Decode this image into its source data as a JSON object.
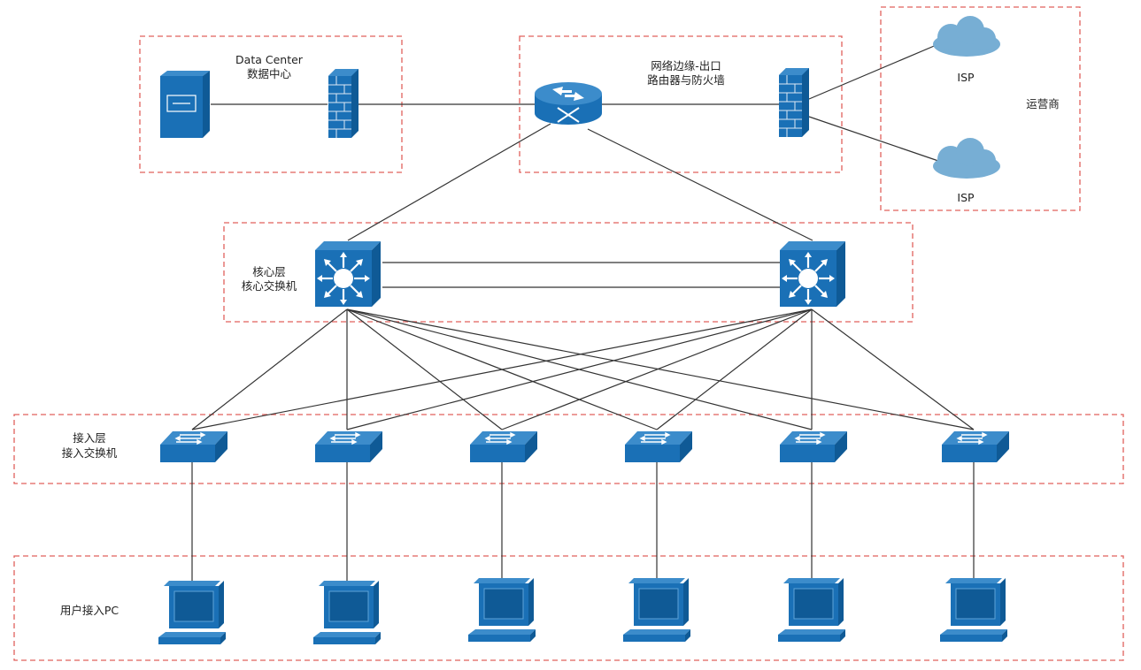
{
  "zones": {
    "datacenter": {
      "title": "Data Center",
      "subtitle": "数据中心"
    },
    "edge": {
      "title": "网络边缘-出口",
      "subtitle": "路由器与防火墙"
    },
    "isp_group": {
      "label": "运营商"
    },
    "core": {
      "title": "核心层",
      "subtitle": "核心交换机"
    },
    "access": {
      "title": "接入层",
      "subtitle": "接入交换机"
    },
    "users": {
      "title": "用户接入PC"
    }
  },
  "isp_labels": [
    "ISP",
    "ISP"
  ],
  "colors": {
    "zone_border": "#e0605c",
    "device_blue": "#1a70b6",
    "cloud_blue": "#77aed4",
    "link": "#333333"
  },
  "icons": [
    "server-icon",
    "firewall-icon",
    "router-icon",
    "cloud-icon",
    "core-switch-icon",
    "access-switch-icon",
    "pc-icon"
  ]
}
